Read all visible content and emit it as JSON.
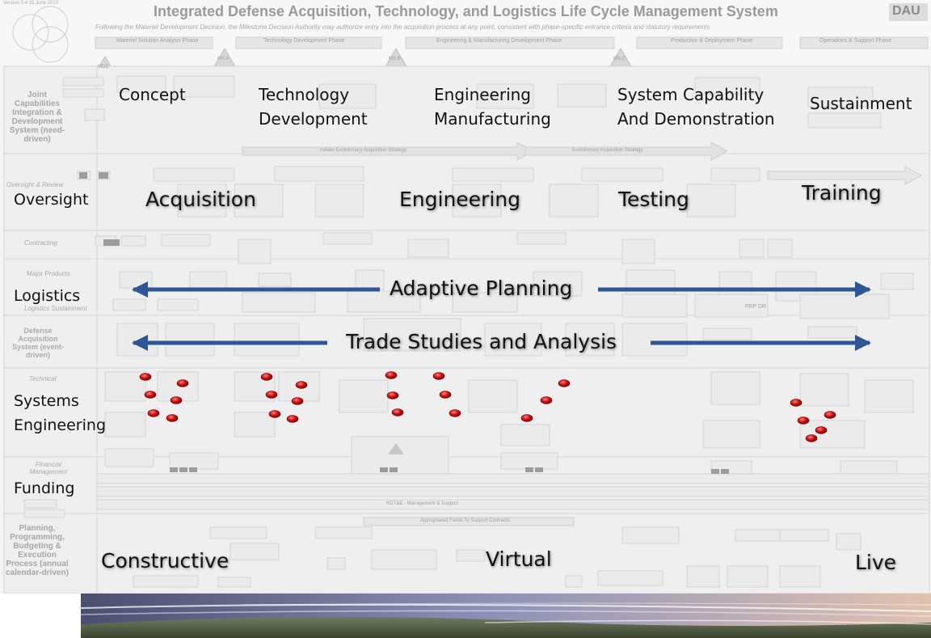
{
  "header": {
    "title": "Integrated Defense Acquisition, Technology, and Logistics Life Cycle Management System",
    "subtitle": "Following the Materiel Development Decision, the Milestone Decision Authority may authorize entry into the acquisition process at any point, consistent with phase-specific entrance criteria and statutory requirements",
    "version": "Version 5.4  15 June 2010",
    "logo": "DAU"
  },
  "phases": [
    "Materiel Solution Analysis Phase",
    "Technology Development Phase",
    "Engineering & Manufacturing Development Phase",
    "Production & Deployment Phase",
    "Operations & Support Phase"
  ],
  "milestones": [
    "MDD",
    "MS A",
    "MS B",
    "MS C",
    "FRP DR"
  ],
  "bg_rows": [
    "Joint Capabilities Integration & Development System (need-driven)",
    "Oversight & Review",
    "Contracting",
    "Major Products",
    "Logistics Sustainment",
    "Defense Acquisition System (event-driven)",
    "Technical",
    "Financial Management",
    "Planning, Programming, Budgeting & Execution Process (annual calendar-driven)"
  ],
  "bg_bands": [
    "Initiate Evolutionary Acquisition Strategy",
    "Evolutionary Acquisition Strategy",
    "Appropriated Funds To Support Contracts",
    "RDT&E - Management & Support"
  ],
  "stages": {
    "concept": "Concept",
    "technology": [
      "Technology",
      "Development"
    ],
    "engineering_mfg": [
      "Engineering",
      "Manufacturing"
    ],
    "system_capability": [
      "System Capability",
      "And Demonstration"
    ],
    "sustainment": "Sustainment"
  },
  "rows": {
    "oversight": "Oversight",
    "logistics": "Logistics",
    "systems_engineering": [
      "Systems",
      "Engineering"
    ],
    "funding": "Funding"
  },
  "disciplines": {
    "acquisition": "Acquisition",
    "engineering": "Engineering",
    "testing": "Testing",
    "training": "Training"
  },
  "arrows": {
    "adaptive_planning": "Adaptive Planning",
    "trade_studies": "Trade Studies and Analysis"
  },
  "environments": {
    "constructive": "Constructive",
    "virtual": "Virtual",
    "live": "Live"
  },
  "colors": {
    "arrow": "#2f5597",
    "marker": "#c00000",
    "background": "#f4f4f4",
    "faded_text": "#9a9a9a"
  }
}
